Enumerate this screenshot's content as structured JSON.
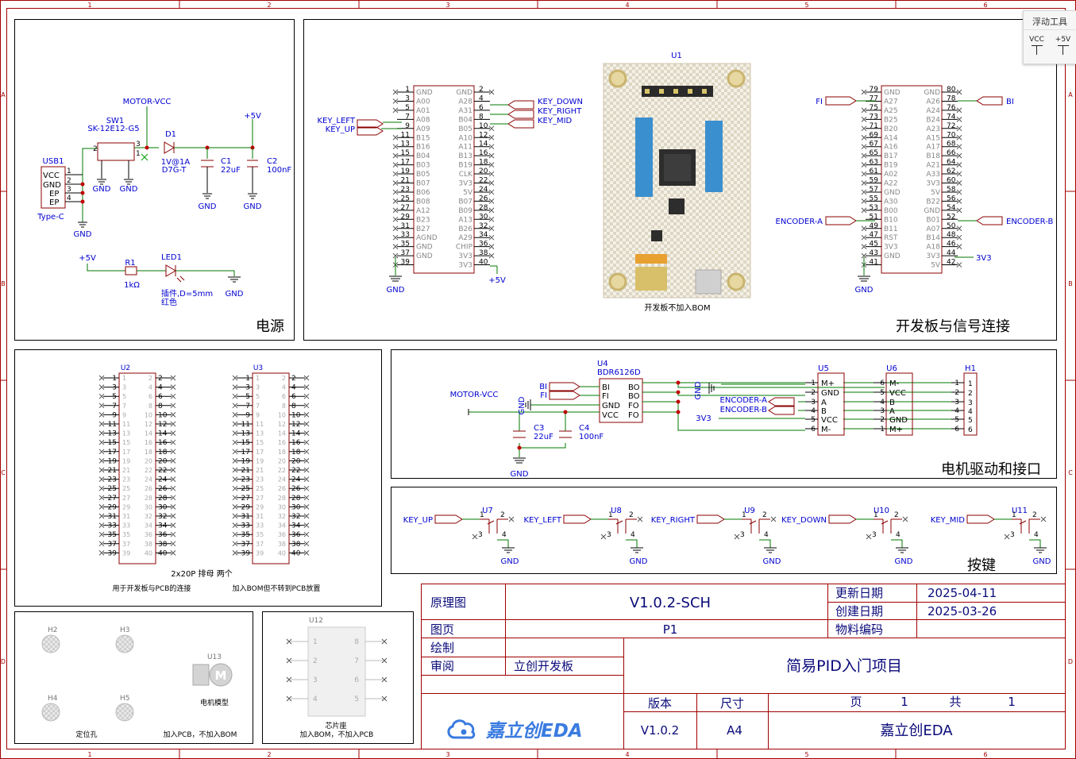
{
  "colors": {
    "border": "#a00000",
    "wire": "#007a00",
    "part": "#8b0000",
    "netlabel": "#0000d0",
    "text": "#000000",
    "pin": "#000000",
    "titlebar_text": "#0a0a7a",
    "dot": "#c00000"
  },
  "ruler": {
    "cols": [
      "1",
      "2",
      "3",
      "4",
      "5",
      "6"
    ],
    "rows": [
      "A",
      "B",
      "C",
      "D"
    ]
  },
  "floating_tool": {
    "title": "浮动工具",
    "btn_vcc": "VCC",
    "btn_5v": "+5V"
  },
  "sections": {
    "power": "电源",
    "devboard": "开发板与信号连接",
    "motor": "电机驱动和接口",
    "keys": "按键"
  },
  "power": {
    "motor_vcc": "MOTOR-VCC",
    "sw_ref": "SW1",
    "sw_part": "SK-12E12-G5",
    "d_ref": "D1",
    "d_val1": "1V@1A",
    "d_val2": "D7G-T",
    "c1": "C1",
    "c1v": "22uF",
    "c2": "C2",
    "c2v": "100nF",
    "plus5": "+5V",
    "usb": "USB1",
    "usb_pins": [
      "VCC",
      "GND",
      "EP",
      "EP"
    ],
    "usb_type": "Type-C",
    "gnd": "GND",
    "r1": "R1",
    "r1v": "1kΩ",
    "led": "LED1",
    "led_v1": "插件,D=5mm",
    "led_v2": "红色",
    "plus5b": "+5V"
  },
  "devboard": {
    "u1": "U1",
    "caption": "开发板不加入BOM",
    "left_pins": [
      "GND",
      "A00",
      "A01",
      "A08",
      "A09",
      "B15",
      "B16",
      "B04",
      "B03",
      "B05",
      "B07",
      "B06",
      "B08",
      "A12",
      "B23",
      "B27",
      "AGND",
      "GND",
      "GND"
    ],
    "left_right_pins": [
      "GND",
      "A28",
      "A31",
      "B04",
      "B05",
      "A10",
      "A11",
      "B13",
      "B19",
      "CLK",
      "3V3",
      "5V",
      "B07",
      "B09",
      "A13",
      "B26",
      "A29",
      "CHIP",
      "3V3",
      "3V3"
    ],
    "right_left_pins": [
      "GND",
      "A27",
      "A25",
      "B25",
      "B20",
      "A14",
      "A16",
      "B17",
      "B19",
      "A02",
      "A22",
      "GND",
      "A30",
      "B00",
      "B10",
      "B11",
      "RST",
      "3V3",
      "GND"
    ],
    "right_right_pins": [
      "GND",
      "A26",
      "A24",
      "B24",
      "A23",
      "A15",
      "A17",
      "B18",
      "A21",
      "A33",
      "3V3",
      "5V",
      "B22",
      "GND",
      "B01",
      "A07",
      "B14",
      "A18",
      "3V3",
      "5V"
    ],
    "key_left": "KEY_LEFT",
    "key_up": "KEY_UP",
    "key_down": "KEY_DOWN",
    "key_right": "KEY_RIGHT",
    "key_mid": "KEY_MID",
    "fi": "FI",
    "bi": "BI",
    "enc_a": "ENCODER-A",
    "enc_b": "ENCODER-B",
    "v33": "3V3",
    "gnd": "GND",
    "plus5": "+5V"
  },
  "headers": {
    "u2": "U2",
    "u3": "U3",
    "caption1": "2x20P 排母 两个",
    "caption2": "用于开发板与PCB的连接",
    "caption3": "加入BOM但不转到PCB放置"
  },
  "motor": {
    "u4": "U4",
    "u4_part": "BDR6126D",
    "pins_l": [
      "BI",
      "FI",
      "GND",
      "VCC"
    ],
    "pins_r": [
      "BO",
      "BO",
      "FO",
      "FO"
    ],
    "bi": "BI",
    "fi": "FI",
    "motor_vcc": "MOTOR-VCC",
    "c3": "C3",
    "c3v": "22uF",
    "c4": "C4",
    "c4v": "100nF",
    "gnd": "GND",
    "u5": "U5",
    "u5_pins": [
      "M+",
      "GND",
      "A",
      "B",
      "VCC",
      "M-"
    ],
    "u6": "U6",
    "u6_pins": [
      "M-",
      "VCC",
      "B",
      "A",
      "GND",
      "M+"
    ],
    "h1": "H1",
    "enc_a": "ENCODER-A",
    "enc_b": "ENCODER-B",
    "v33": "3V3"
  },
  "keys": {
    "items": [
      {
        "net": "KEY_UP",
        "ref": "U7"
      },
      {
        "net": "KEY_LEFT",
        "ref": "U8"
      },
      {
        "net": "KEY_RIGHT",
        "ref": "U9"
      },
      {
        "net": "KEY_DOWN",
        "ref": "U10"
      },
      {
        "net": "KEY_MID",
        "ref": "U11"
      }
    ],
    "gnd": "GND"
  },
  "misc": {
    "h2": "H2",
    "h3": "H3",
    "h4": "H4",
    "h5": "H5",
    "u13": "U13",
    "motor_model": "电机模型",
    "holes": "定位孔",
    "pcb_note": "加入PCB，不加入BOM",
    "u12": "U12",
    "socket": "芯片座",
    "socket_note": "加入BOM，不加入PCB"
  },
  "titleblock": {
    "k_schematic": "原理图",
    "v_schematic": "V1.0.2-SCH",
    "k_update": "更新日期",
    "v_update": "2025-04-11",
    "k_create": "创建日期",
    "v_create": "2025-03-26",
    "k_page": "图页",
    "v_page": "P1",
    "k_material": "物料编码",
    "k_draw": "绘制",
    "k_review": "审阅",
    "v_review": "立创开发板",
    "project": "简易PID入门项目",
    "k_version": "版本",
    "k_size": "尺寸",
    "k_pg": "页",
    "v_pg": "1",
    "k_total": "共",
    "v_total": "1",
    "v_version": "V1.0.2",
    "v_size": "A4",
    "company": "嘉立创EDA",
    "logo": "嘉立创EDA"
  }
}
